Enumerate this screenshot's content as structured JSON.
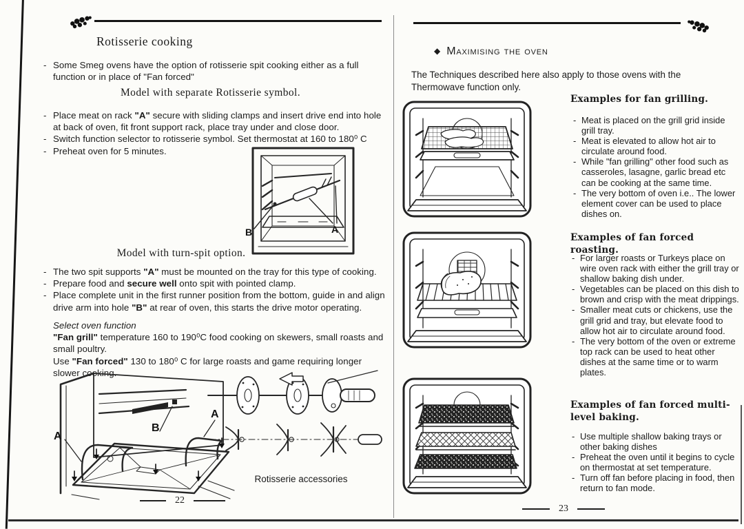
{
  "ui": {
    "dash": "-"
  },
  "left_page": {
    "title": "Rotisserie cooking",
    "intro_bullet": "Some Smeg ovens have the option of rotisserie spit cooking either as a full function or in place of \"Fan forced\"",
    "heading_separate": "Model with separate Rotisserie symbol.",
    "bullets_separate": [
      "Place meat on rack **\"A\"** secure with sliding clamps and insert drive end into hole at back of oven, fit front support rack, place tray under and close door.",
      "Switch function selector to rotisserie symbol. Set thermostat at 160 to 180⁰ C",
      "Preheat oven for 5 minutes."
    ],
    "heading_turnspit": "Model with turn-spit option.",
    "bullets_turnspit": [
      "The two spit supports **\"A\"** must be mounted on the tray for this type of cooking.",
      "Prepare food and **secure well** onto spit with pointed clamp.",
      "Place complete unit in the first runner position from the bottom, guide in and align drive arm into hole **\"B\"**  at rear of oven, this starts the drive motor operating."
    ],
    "select_function": {
      "heading": "Select oven function",
      "line1": "**\"Fan grill\"** temperature 160 to 190⁰C food cooking on skewers, small roasts and small poultry.",
      "line2": "Use **\"Fan forced\"** 130 to 180⁰ C for large roasts and game requiring longer slower cooking."
    },
    "figure_rotisserie_labels": {
      "b": "B",
      "a": "A"
    },
    "figure_tray_labels": {
      "a_left": "A",
      "b": "B",
      "a_right": "A"
    },
    "accessories_caption": "Rotisserie accessories",
    "page_number": "22"
  },
  "right_page": {
    "diamond_icon": "◆",
    "section_title": "Maximising the oven",
    "intro": "The Techniques described here also apply to those ovens with the Thermowave function only.",
    "sections": [
      {
        "heading": "Examples for fan grilling.",
        "bullets": [
          "Meat is placed on the grill grid inside grill tray.",
          "Meat is elevated to allow hot air to circulate around food.",
          "While \"fan grilling\" other food such as casseroles, lasagne, garlic bread etc can be cooking at the same time.",
          "The very bottom of oven i.e.. The lower element cover can be used to place dishes on."
        ]
      },
      {
        "heading": "Examples of fan forced roasting.",
        "bullets": [
          "For larger roasts or Turkeys place on wire oven rack with either the grill tray or shallow baking dish under.",
          "Vegetables can be placed on this dish to brown and crisp with the meat drippings.",
          "Smaller meat cuts or chickens, use the grill grid and tray, but elevate food to allow hot air to circulate around food.",
          "The very bottom of the oven or extreme top rack can be used to heat other dishes at the same time or to warm plates."
        ]
      },
      {
        "heading": "Examples of fan forced multi-level baking.",
        "bullets": [
          "Use multiple shallow baking trays or other baking dishes",
          "Preheat the oven until it begins to cycle on thermostat at set temperature.",
          "Turn off fan before placing in food, then return to fan mode."
        ]
      }
    ],
    "page_number": "23"
  }
}
